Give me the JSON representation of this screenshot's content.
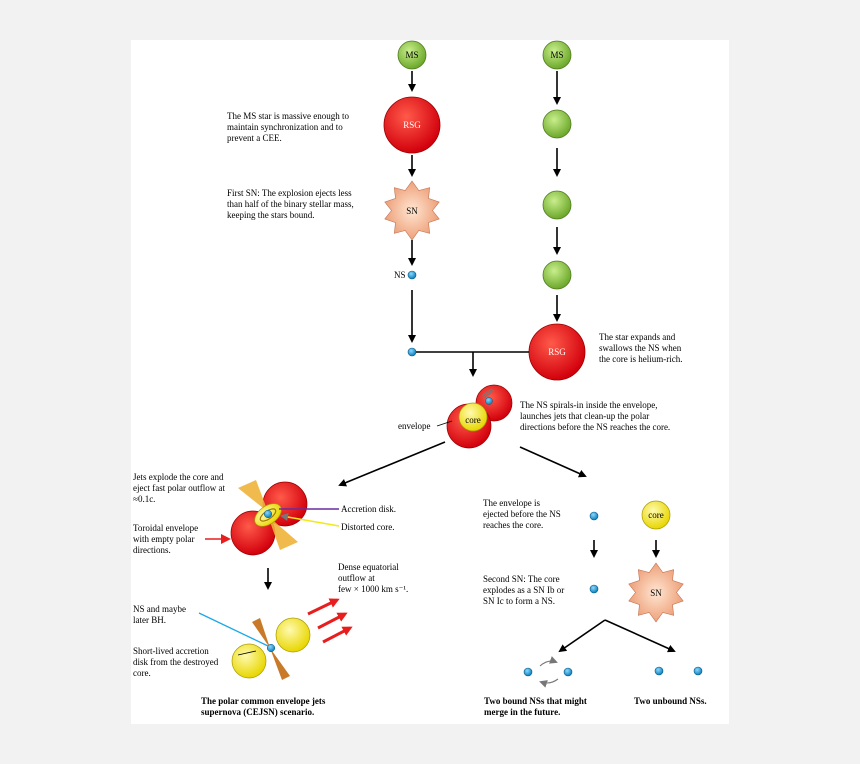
{
  "node_labels": {
    "ms_left": "MS",
    "ms_right": "MS",
    "rsg_left": "RSG",
    "rsg_right": "RSG",
    "sn_left": "SN",
    "sn_right": "SN",
    "core_merge": "core",
    "core_right": "core",
    "ns_label": "NS",
    "envelope_label": "envelope"
  },
  "notes": {
    "synchronization": [
      "The MS star is massive enough to",
      "maintain synchronization and to",
      "prevent a CEE."
    ],
    "first_sn": [
      "First SN: The explosion ejects less",
      "than half of the binary stellar mass,",
      "keeping the stars bound."
    ],
    "expands": [
      "The star expands and",
      "swallows the NS when",
      "the core is helium-rich."
    ],
    "spirals": [
      "The NS spirals-in inside the envelope,",
      "launches jets that clean-up the polar",
      "directions before the NS reaches the core."
    ],
    "jets_explode": [
      "Jets explode the core and",
      "eject fast polar outflow at",
      "≈0.1c."
    ],
    "accretion_disk": "Accretion disk.",
    "distorted_core": "Distorted core.",
    "toroidal": [
      "Toroidal envelope",
      "with empty polar",
      "directions."
    ],
    "dense_outflow": [
      "Dense equatorial",
      "outflow at",
      "few × 1000 km s⁻¹."
    ],
    "ns_maybe_bh": [
      "NS and maybe",
      "later BH."
    ],
    "short_lived": [
      "Short-lived accretion",
      "disk from the destroyed",
      "core."
    ],
    "envelope_ejected": [
      "The envelope is",
      "ejected before the NS",
      "reaches the core."
    ],
    "second_sn": [
      "Second SN: The core",
      "explodes as a SN Ib or",
      "SN Ic to form a NS."
    ]
  },
  "captions": {
    "cejsn": [
      "The polar common envelope jets",
      "supernova (CEJSN) scenario."
    ],
    "two_bound": [
      "Two bound NSs that might",
      "merge in the future."
    ],
    "two_unbound": "Two unbound NSs."
  },
  "colors": {
    "ms_green": "#8cc43c",
    "rsg_red": "#e8101a",
    "ns_blue": "#1a9ad6",
    "core_yellow": "#f2e81a",
    "sn_peach": "#f4c2a0",
    "jet_orange": "#f0b23a",
    "arrow_red": "#e81e1e"
  },
  "icons": {
    "ms_star": "green-circle",
    "rsg_star": "red-circle",
    "neutron_star": "blue-dot",
    "supernova": "starburst",
    "core": "yellow-circle"
  }
}
